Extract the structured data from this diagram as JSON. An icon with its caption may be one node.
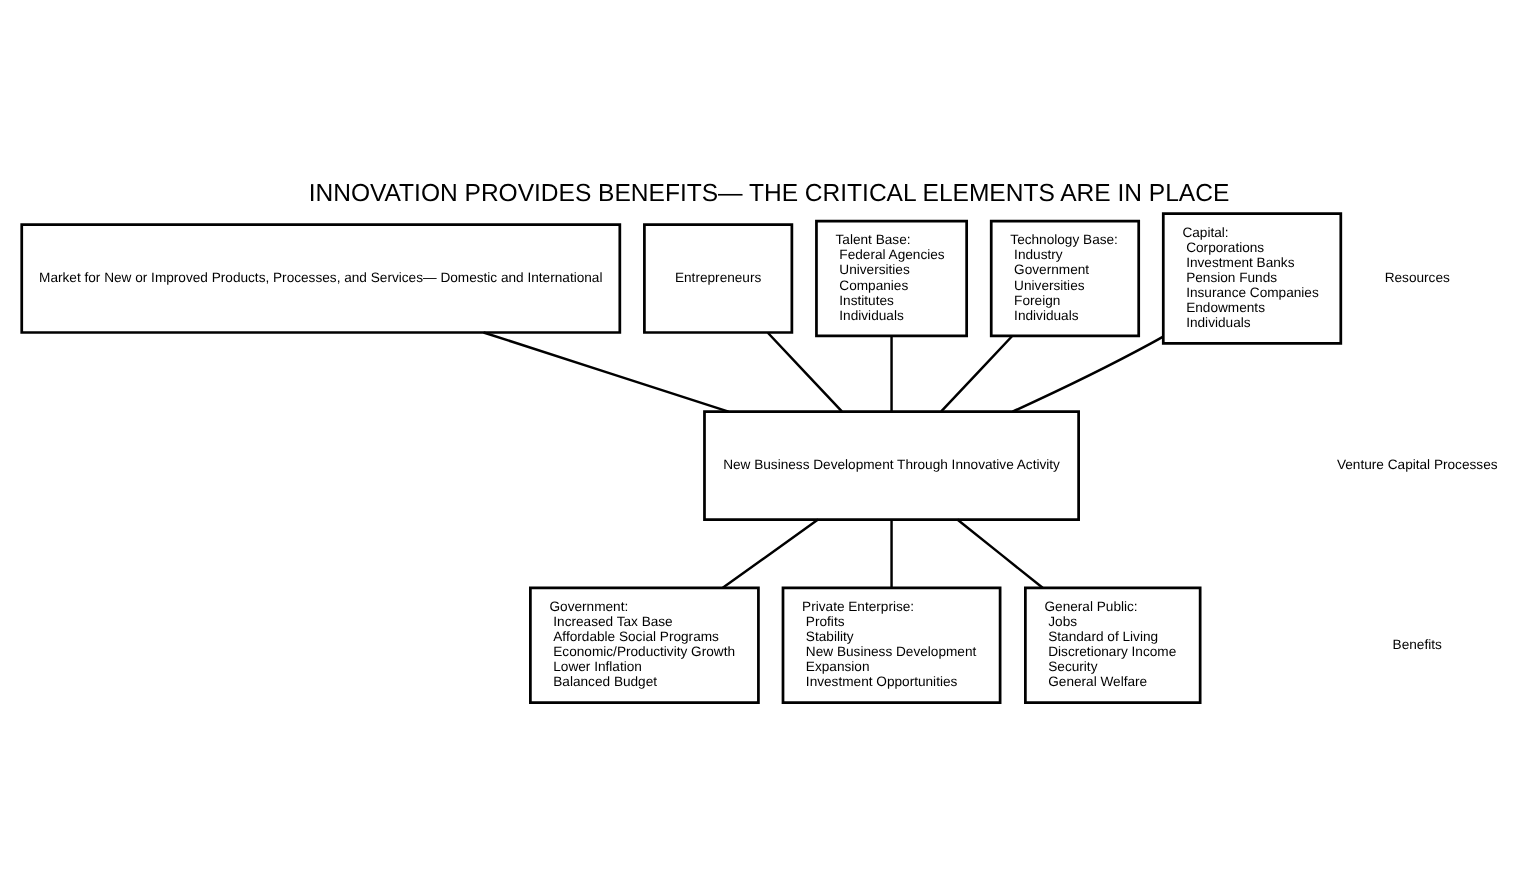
{
  "diagram": {
    "title": "INNOVATION PROVIDES BENEFITS— THE CRITICAL ELEMENTS ARE IN PLACE",
    "nodes": [
      {
        "text": [
          "Market for New or Improved Products, Processes, and Services— Domestic and International"
        ]
      },
      {
        "text": [
          "Entrepreneurs"
        ]
      },
      {
        "text": [
          "Talent Base:",
          "Federal Agencies",
          "Universities",
          "Companies",
          "Institutes",
          "Individuals"
        ]
      },
      {
        "text": [
          "Technology Base:",
          "Industry",
          "Government",
          "Universities",
          "Foreign",
          "Individuals"
        ]
      },
      {
        "text": [
          "Capital:",
          "Corporations",
          "Investment Banks",
          "Pension Funds",
          "Insurance Companies",
          "Endowments",
          "Individuals"
        ]
      },
      {
        "text": [
          "New Business Development Through Innovative Activity"
        ]
      },
      {
        "text": [
          "Government:",
          "Increased Tax Base",
          "Affordable Social Programs",
          "Economic/Productivity Growth",
          "Lower Inflation",
          "Balanced Budget"
        ]
      },
      {
        "text": [
          "Private Enterprise:",
          "Profits",
          "Stability",
          "New Business Development",
          "Expansion",
          "Investment Opportunities"
        ]
      },
      {
        "text": [
          "General Public:",
          "Jobs",
          "Standard of Living",
          "Discretionary Income",
          "Security",
          "General Welfare"
        ]
      }
    ],
    "edges": [
      {
        "from": 0,
        "to": 5,
        "arrow": "none"
      },
      {
        "from": 1,
        "to": 5,
        "arrow": "none"
      },
      {
        "from": 2,
        "to": 5,
        "arrow": "none"
      },
      {
        "from": 3,
        "to": 5,
        "arrow": "none"
      },
      {
        "from": 4,
        "to": 5,
        "arrow": "none"
      },
      {
        "from": 5,
        "to": 6,
        "arrow": "none"
      },
      {
        "from": 5,
        "to": 7,
        "arrow": "none"
      },
      {
        "from": 5,
        "to": 8,
        "arrow": "none"
      }
    ],
    "labels": [
      "Resources",
      "Venture Capital Processes",
      "Benefits"
    ]
  }
}
